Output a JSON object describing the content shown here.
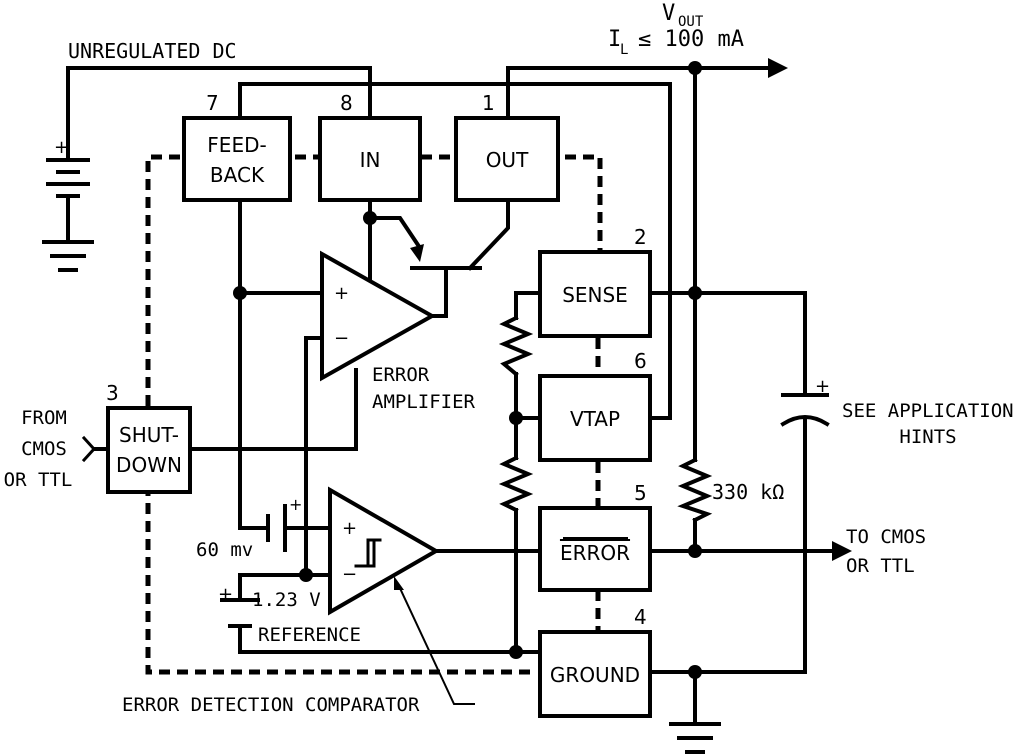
{
  "top": {
    "vout_main": "V",
    "vout_sub": "OUT",
    "il_main": "I",
    "il_sub": "L",
    "il_rest": "≤ 100 mA",
    "unregulated": "UNREGULATED DC"
  },
  "pins": {
    "feedback": {
      "number": "7",
      "line1": "FEED-",
      "line2": "BACK"
    },
    "in": {
      "number": "8",
      "label": "IN"
    },
    "out": {
      "number": "1",
      "label": "OUT"
    },
    "sense": {
      "number": "2",
      "label": "SENSE"
    },
    "vtap": {
      "number": "6",
      "label": "VTAP"
    },
    "error": {
      "number": "5",
      "label": "ERROR"
    },
    "ground": {
      "number": "4",
      "label": "GROUND"
    },
    "shutdown": {
      "number": "3",
      "line1": "SHUT-",
      "line2": "DOWN"
    }
  },
  "labels": {
    "error_amp_1": "ERROR",
    "error_amp_2": "AMPLIFIER",
    "from_1": "FROM",
    "from_2": "CMOS",
    "from_3": "OR TTL",
    "mv60": "60 mv",
    "ref_voltage": "1.23 V",
    "reference": "REFERENCE",
    "comparator": "ERROR DETECTION COMPARATOR",
    "resistor": "330 kΩ",
    "to_1": "TO CMOS",
    "to_2": "OR TTL",
    "hints_1": "SEE APPLICATION",
    "hints_2": "HINTS",
    "plus": "+",
    "minus": "−"
  }
}
